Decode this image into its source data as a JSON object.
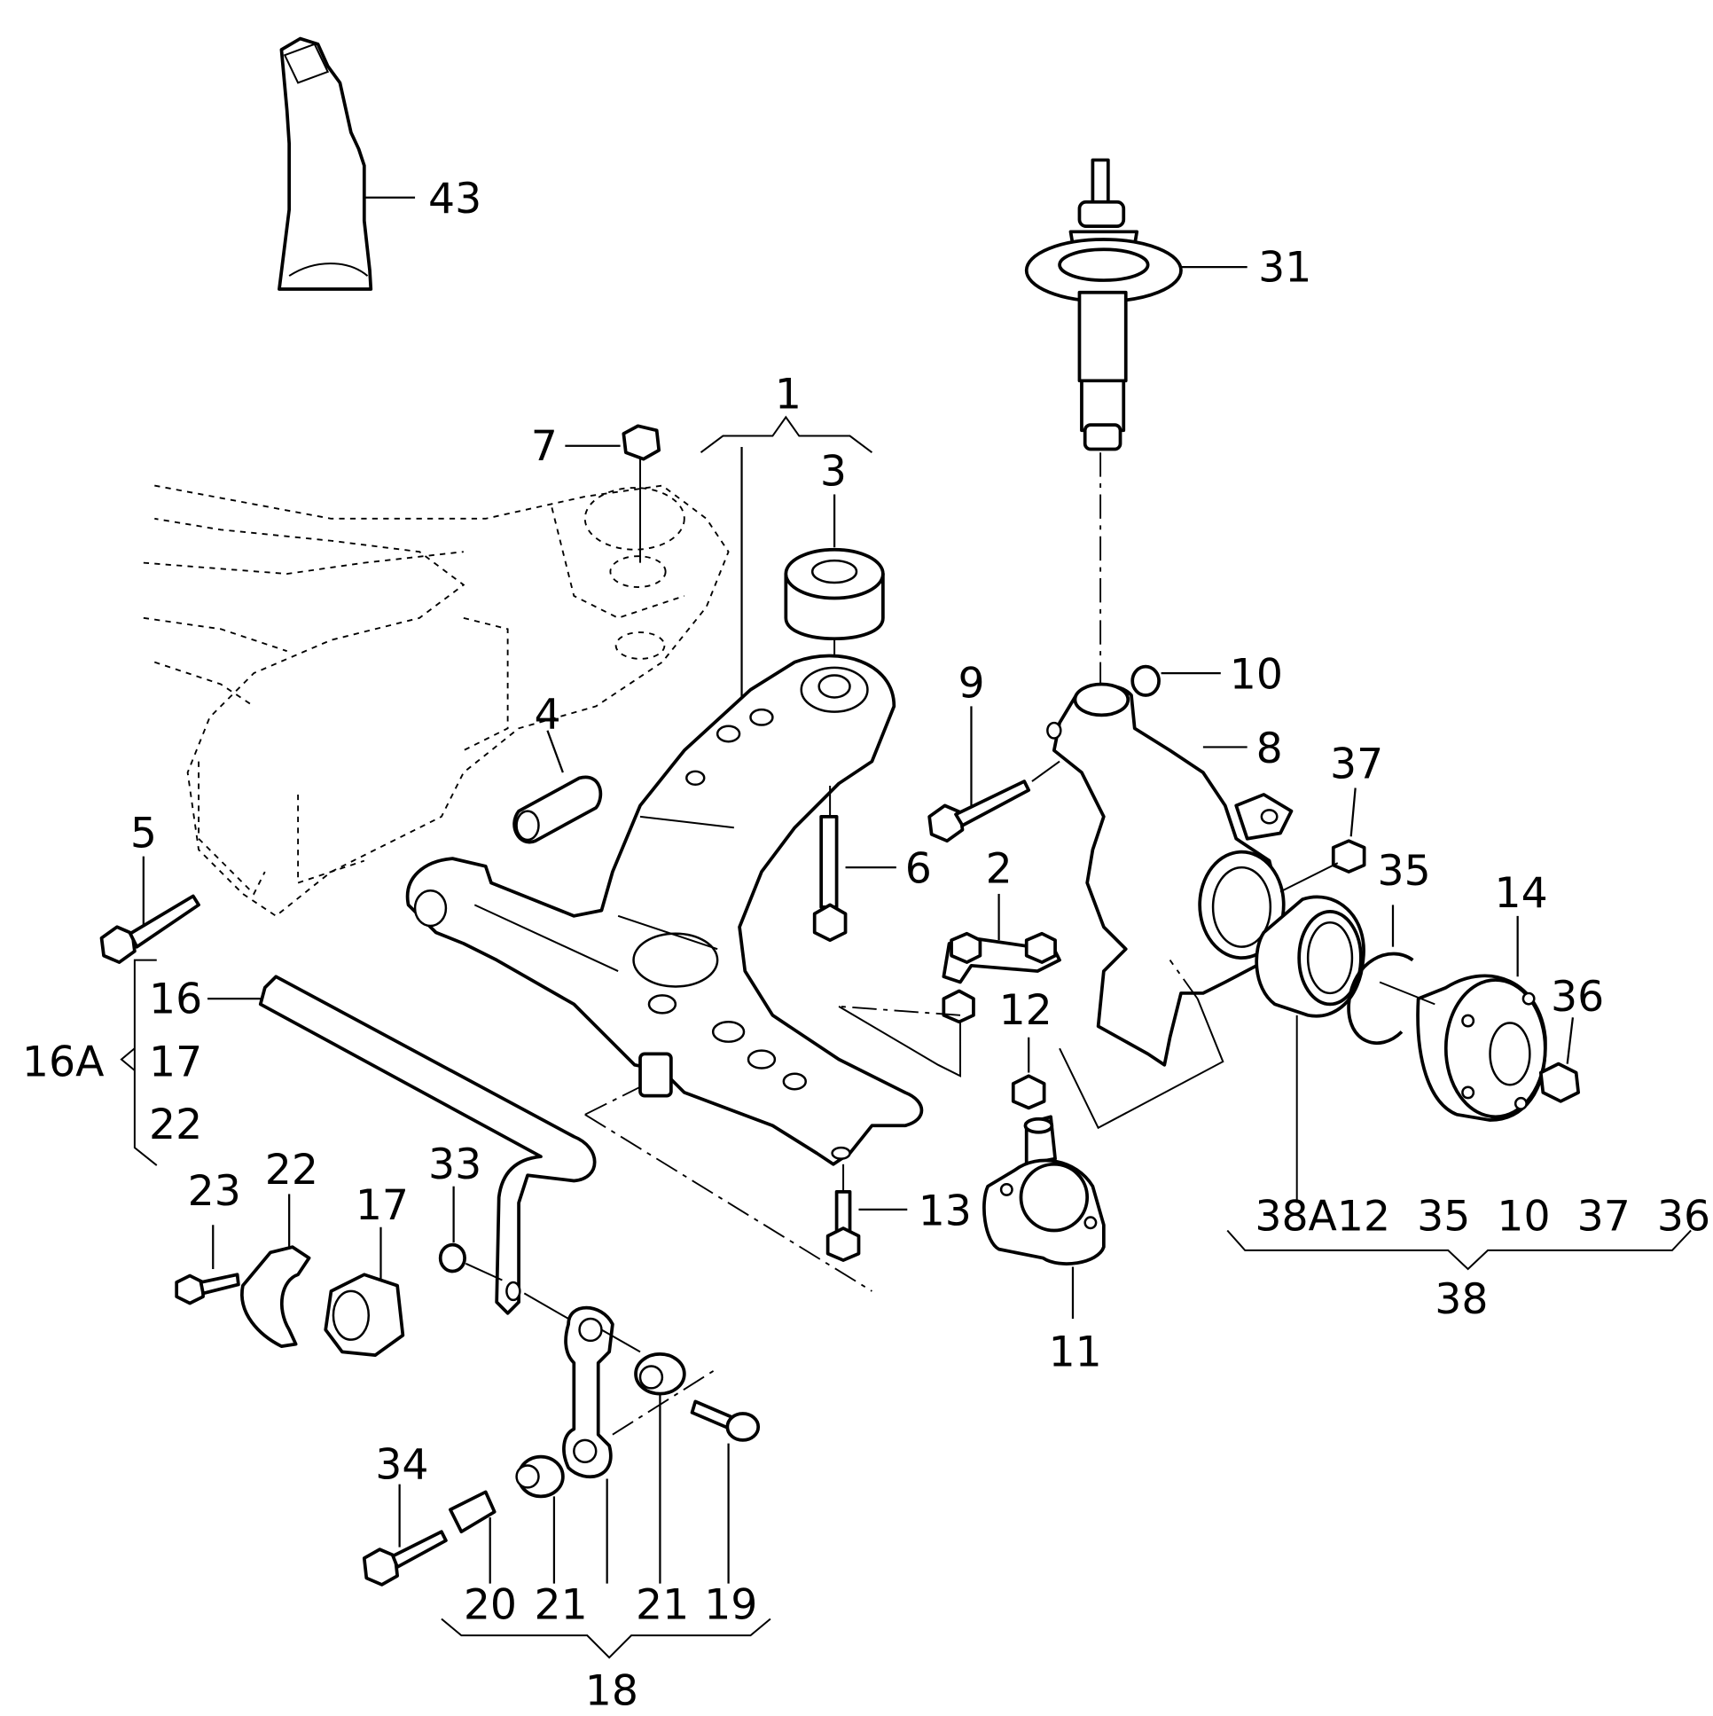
{
  "diagram": {
    "title": "Front suspension exploded parts diagram",
    "parts": [
      {
        "id": "43",
        "name": "grease-tube"
      },
      {
        "id": "31",
        "name": "strut-assembly"
      },
      {
        "id": "1",
        "name": "control-arm-assembly"
      },
      {
        "id": "7",
        "name": "nut"
      },
      {
        "id": "3",
        "name": "rear-bushing"
      },
      {
        "id": "4",
        "name": "front-bushing"
      },
      {
        "id": "5",
        "name": "bolt"
      },
      {
        "id": "6",
        "name": "bolt"
      },
      {
        "id": "9",
        "name": "pinch-bolt"
      },
      {
        "id": "10",
        "name": "nut"
      },
      {
        "id": "8",
        "name": "steering-knuckle"
      },
      {
        "id": "37",
        "name": "nut"
      },
      {
        "id": "35",
        "name": "circlip"
      },
      {
        "id": "14",
        "name": "wheel-hub"
      },
      {
        "id": "36",
        "name": "hub-bolt"
      },
      {
        "id": "2",
        "name": "stabilizer-link"
      },
      {
        "id": "12",
        "name": "nut"
      },
      {
        "id": "13",
        "name": "bolt"
      },
      {
        "id": "11",
        "name": "ball-joint"
      },
      {
        "id": "16",
        "name": "stabilizer-bar"
      },
      {
        "id": "17",
        "name": "stabilizer-bushing"
      },
      {
        "id": "22",
        "name": "clamp"
      },
      {
        "id": "23",
        "name": "bolt"
      },
      {
        "id": "33",
        "name": "nut"
      },
      {
        "id": "34",
        "name": "bolt"
      },
      {
        "id": "20",
        "name": "sleeve"
      },
      {
        "id": "21",
        "name": "bushing"
      },
      {
        "id": "19",
        "name": "bolt"
      },
      {
        "id": "18",
        "name": "coupling-rod"
      }
    ],
    "labels": {
      "l43": "43",
      "l31": "31",
      "l1": "1",
      "l7": "7",
      "l3": "3",
      "l4": "4",
      "l5": "5",
      "l6": "6",
      "l9": "9",
      "l10": "10",
      "l8": "8",
      "l37": "37",
      "l35": "35",
      "l14": "14",
      "l36": "36",
      "l2": "2",
      "l12": "12",
      "l13": "13",
      "l11": "11",
      "l16": "16",
      "l16A": "16A",
      "l17": "17",
      "l22a": "22",
      "l23": "23",
      "l22b": "22",
      "l17b": "17",
      "l33": "33",
      "l34": "34",
      "l20": "20",
      "l21a": "21",
      "l21b": "21",
      "l19": "19",
      "l18": "18",
      "l38": "38"
    },
    "groups": {
      "g38_members": "38A12  35  10  37  36",
      "g16A_members": [
        "16",
        "17",
        "22"
      ],
      "g18_members": [
        "20",
        "21",
        "21",
        "19"
      ]
    }
  }
}
